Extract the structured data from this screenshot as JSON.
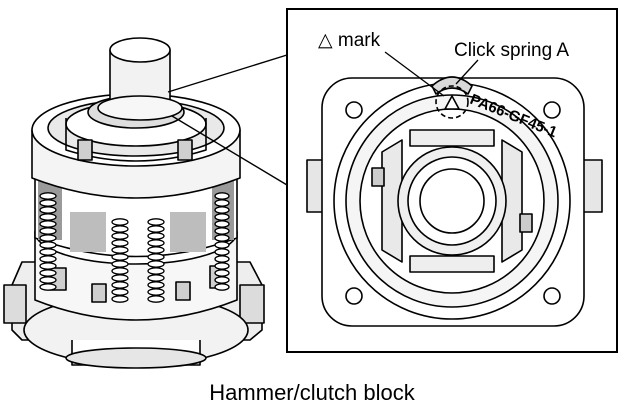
{
  "labels": {
    "triangle_mark": "△ mark",
    "click_spring": "Click spring A",
    "part_marking": "PA66-GF45-1"
  },
  "caption": "Hammer/clutch block",
  "colors": {
    "line": "#000000",
    "fill": "#ffffff",
    "shade": "#d9d9d9",
    "dark": "#8c8c8c"
  }
}
